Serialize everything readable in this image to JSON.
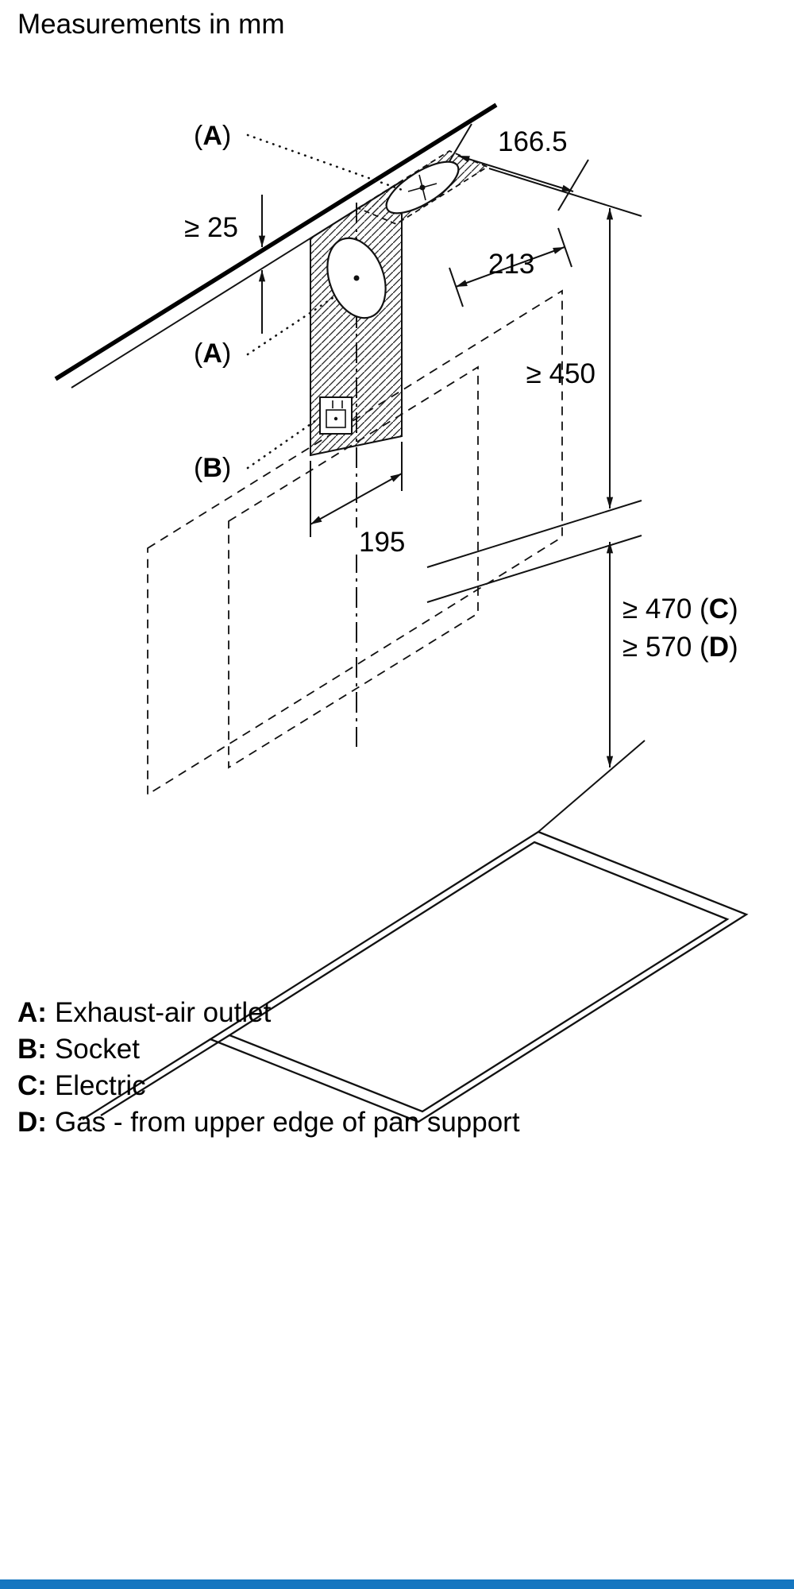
{
  "title": "Measurements in mm",
  "dims": {
    "top_depth": "166.5",
    "top_width": "213",
    "wall_gap": "≥ 25",
    "mount_height": "≥ 450",
    "duct_width": "195"
  },
  "clearances": {
    "electric": {
      "prefix": "≥ 470 (",
      "key": "C",
      "suffix": ")"
    },
    "gas": {
      "prefix": "≥ 570 (",
      "key": "D",
      "suffix": ")"
    }
  },
  "callouts": {
    "a": {
      "open": "(",
      "letter": "A",
      "close": ")"
    },
    "b": {
      "open": "(",
      "letter": "B",
      "close": ")"
    }
  },
  "legend": {
    "items": [
      {
        "key": "A:",
        "text": "Exhaust-air outlet"
      },
      {
        "key": "B:",
        "text": "Socket"
      },
      {
        "key": "C:",
        "text": "Electric"
      },
      {
        "key": "D:",
        "text": "Gas - from upper edge of pan support"
      }
    ]
  },
  "footer": {
    "color": "#1576c0"
  }
}
